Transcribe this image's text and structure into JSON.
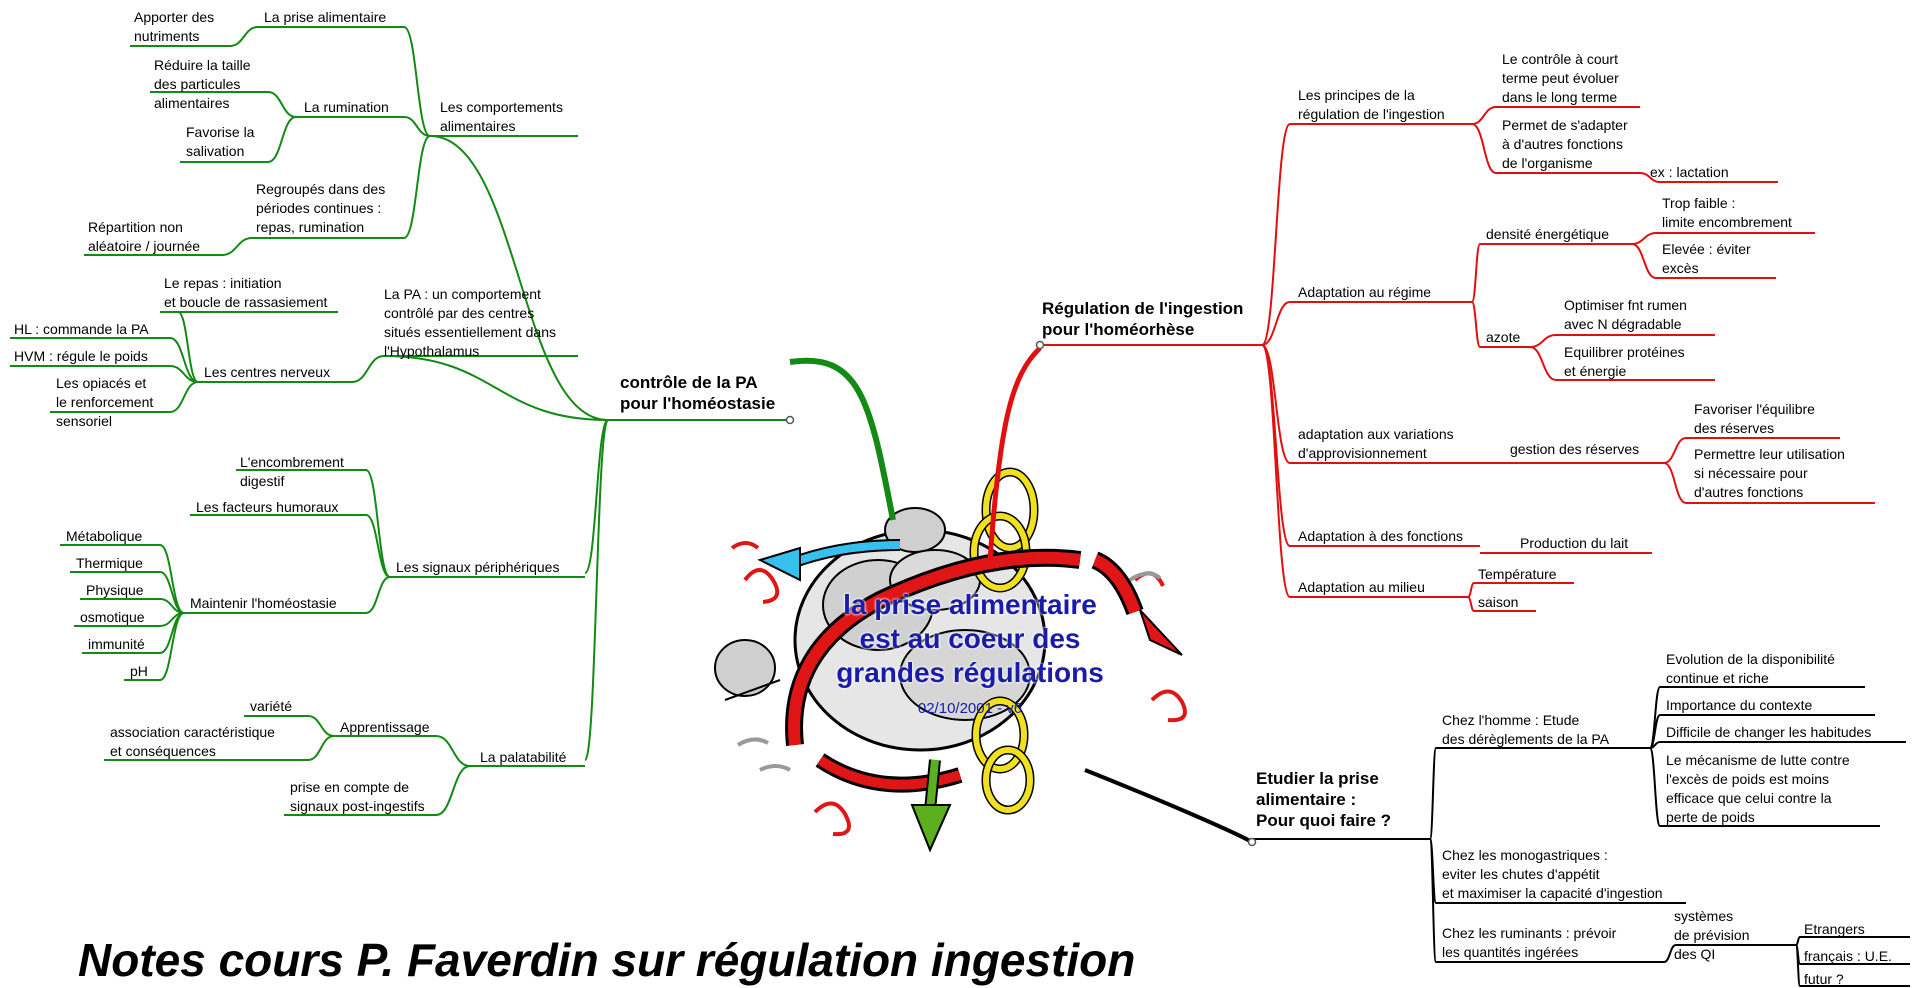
{
  "colors": {
    "left": "#138a13",
    "right": "#e01010",
    "lower": "#000000",
    "center_text": "#1b1baa"
  },
  "center": {
    "line1": "la prise alimentaire",
    "line2": "est au coeur des",
    "line3": "grandes régulations",
    "date": "02/10/2001 - v6"
  },
  "footer": {
    "title": "Notes cours P. Faverdin sur régulation ingestion"
  },
  "left": {
    "main": "contrôle de la PA\npour l'homéostasie",
    "comport": {
      "label": "Les comportements\nalimentaires",
      "prise": {
        "label": "La prise alimentaire",
        "apporter": "Apporter des\nnutriments"
      },
      "rumination": {
        "label": "La rumination",
        "reduire": "Réduire la taille\ndes particules\nalimentaires",
        "favorise": "Favorise la\nsalivation"
      },
      "regroupes": {
        "label": "Regroupés dans des\npériodes continues :\nrepas, rumination",
        "repartition": "Répartition non\naléatoire / journée"
      }
    },
    "pa": {
      "label": "La PA : un comportement\ncontrôlé par des centres\nsitués essentiellement dans\nl'Hypothalamus",
      "centres": {
        "label": "Les centres nerveux",
        "repas": "Le repas : initiation\net boucle de rassasiement",
        "hl": "HL : commande la PA",
        "hvm": "HVM : régule le poids",
        "opiaces": "Les opiacés et\nle renforcement\nsensoriel"
      }
    },
    "signaux": {
      "label": "Les signaux périphériques",
      "encombrement": "L'encombrement\ndigestif",
      "humoraux": "Les facteurs humoraux",
      "maintenir": {
        "label": "Maintenir l'homéostasie",
        "items": [
          "Métabolique",
          "Thermique",
          "Physique",
          "osmotique",
          "immunité",
          "pH"
        ]
      }
    },
    "palat": {
      "label": "La palatabilité",
      "apprentissage": {
        "label": "Apprentissage",
        "variete": "variété",
        "association": "association caractéristique\net conséquences"
      },
      "prise_compte": "prise en compte de\nsignaux post-ingestifs"
    }
  },
  "right": {
    "main": "Régulation de l'ingestion\npour l'homéorhèse",
    "principes": {
      "label": "Les principes de la\nrégulation de l'ingestion",
      "court": "Le contrôle à court\nterme peut évoluer\ndans le long terme",
      "permet": "Permet de s'adapter\nà d'autres fonctions\nde l'organisme",
      "lactation": "ex : lactation"
    },
    "regime": {
      "label": "Adaptation au régime",
      "densite": {
        "label": "densité énergétique",
        "faible": "Trop faible :\nlimite encombrement",
        "elevee": "Elevée : éviter\nexcès"
      },
      "azote": {
        "label": "azote",
        "optimiser": "Optimiser fnt rumen\navec N dégradable",
        "equilibrer": "Equilibrer protéines\net énergie"
      }
    },
    "variations": {
      "label": "adaptation aux variations\nd'approvisionnement",
      "gestion": "gestion des réserves",
      "favoriser": "Favoriser l'équilibre\ndes réserves",
      "permettre": "Permettre leur utilisation\nsi nécessaire pour\nd'autres fonctions"
    },
    "fonctions": {
      "label": "Adaptation à des fonctions",
      "lait": "Production du lait"
    },
    "milieu": {
      "label": "Adaptation au milieu",
      "temperature": "Température",
      "saison": "saison"
    }
  },
  "lower": {
    "main": "Etudier la prise\nalimentaire :\nPour quoi faire ?",
    "homme": {
      "label": "Chez l'homme : Etude\ndes dérèglements de la PA",
      "evolution": "Evolution de la disponibilité\ncontinue et riche",
      "importance": "Importance du contexte",
      "difficile": "Difficile de changer les habitudes",
      "mecanisme": "Le mécanisme de lutte contre\nl'excès de poids est moins\nefficace que celui contre la\nperte de poids"
    },
    "mono": "Chez les monogastriques :\neviter les chutes d'appétit\net maximiser la capacité d'ingestion",
    "rumi": {
      "label": "Chez les ruminants : prévoir\nles quantités ingérées",
      "systemes": "systèmes\n de prévision\ndes QI",
      "etrangers": "Etrangers",
      "francais": "français : U.E.",
      "futur": "futur ?"
    }
  }
}
